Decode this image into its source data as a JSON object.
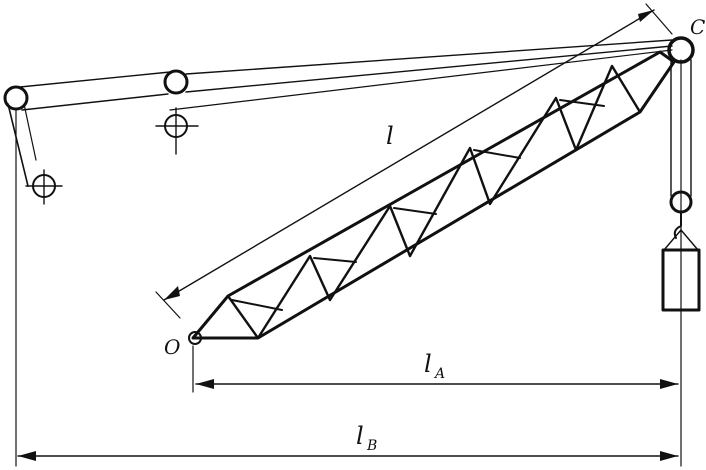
{
  "labels": {
    "pivot": "O",
    "tip": "C",
    "length": "l",
    "reach_a": "l",
    "reach_a_sub": "A",
    "reach_b": "l",
    "reach_b_sub": "B"
  },
  "colors": {
    "ink": "#111111",
    "background": "#ffffff"
  }
}
